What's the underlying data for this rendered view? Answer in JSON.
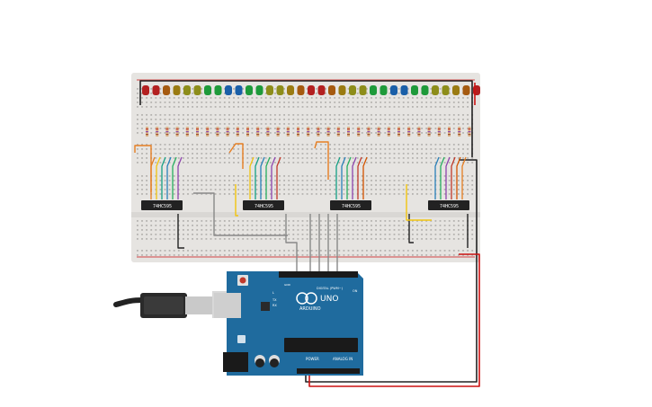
{
  "chips": [
    {
      "label": "74HC595"
    },
    {
      "label": "74HC595"
    },
    {
      "label": "74HC595"
    },
    {
      "label": "74HC595"
    }
  ],
  "arduino": {
    "logo_text": "ARDUINO",
    "model": "UNO",
    "digital_label": "DIGITAL (PWM~)",
    "power_label": "POWER",
    "analog_label": "ANALOG IN",
    "aref_label": "AREF",
    "gnd_label": "GND",
    "tx_label": "TX",
    "rx_label": "RX",
    "l_label": "L",
    "on_label": "ON"
  },
  "colors": {
    "breadboard": "#e6e4e1",
    "board": "#1f6b9e",
    "wire_red": "#cc1111",
    "wire_black": "#222222",
    "chip": "#222222"
  },
  "leds": [
    "#b32020",
    "#b32020",
    "#a55a10",
    "#9a7b12",
    "#8d8d1a",
    "#8d8d1a",
    "#1e9a3a",
    "#1e9a3a",
    "#1a5fa8",
    "#1a5fa8",
    "#1e9a3a",
    "#1e9a3a",
    "#8d8d1a",
    "#8d8d1a",
    "#9a7b12",
    "#a55a10",
    "#b32020",
    "#b32020",
    "#a55a10",
    "#9a7b12",
    "#8d8d1a",
    "#8d8d1a",
    "#1e9a3a",
    "#1e9a3a",
    "#1a5fa8",
    "#1a5fa8",
    "#1e9a3a",
    "#1e9a3a",
    "#8d8d1a",
    "#8d8d1a",
    "#9a7b12",
    "#a55a10",
    "#b32020"
  ]
}
